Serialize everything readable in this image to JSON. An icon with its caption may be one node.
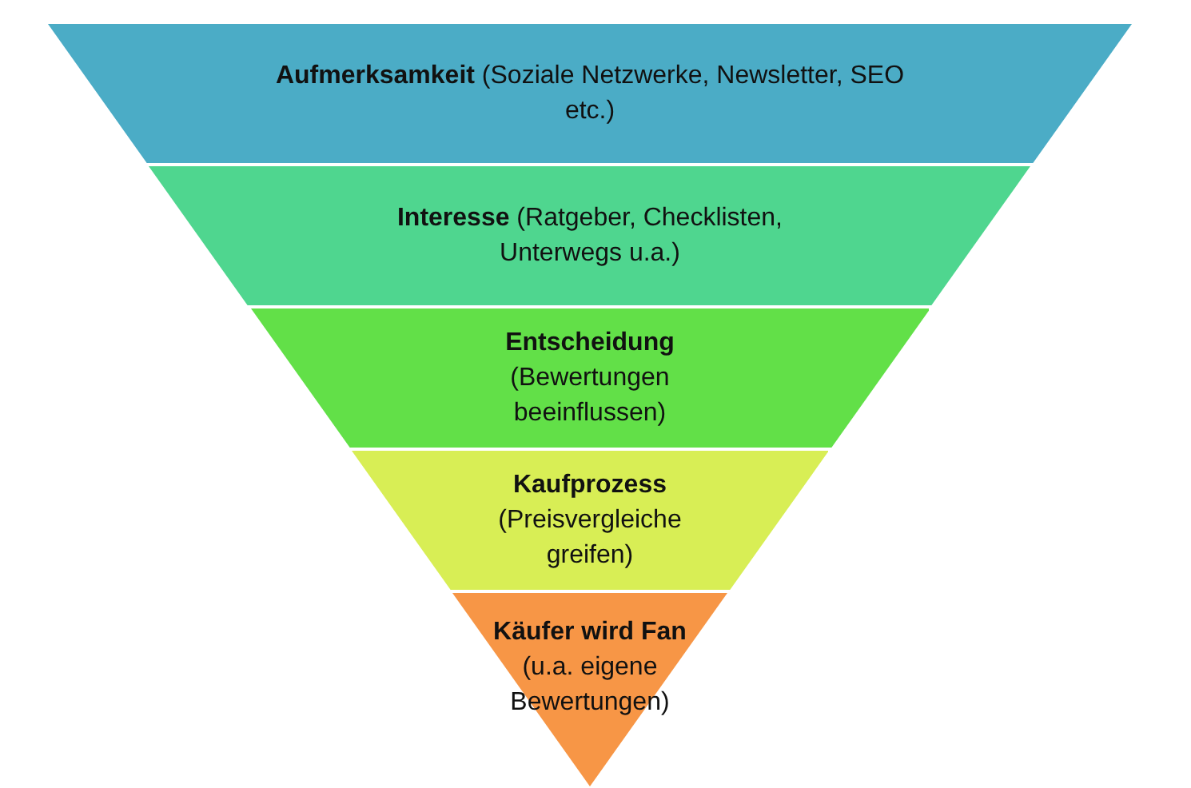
{
  "diagram": {
    "nodes": [
      {
        "text": [
          "**Aufmerksamkeit** (Soziale Netzwerke, Newsletter, SEO etc.)"
        ]
      },
      {
        "text": [
          "**Interesse** (Ratgeber, Checklisten, Unterwegs u.a.)"
        ]
      },
      {
        "text": [
          "**Entscheidung** (Bewertungen beeinflussen)"
        ]
      },
      {
        "text": [
          "**Kaufprozess** (Preisvergleiche greifen)"
        ]
      },
      {
        "text": [
          "**Käufer wird Fan** (u.a. eigene Bewertungen)"
        ]
      }
    ]
  }
}
